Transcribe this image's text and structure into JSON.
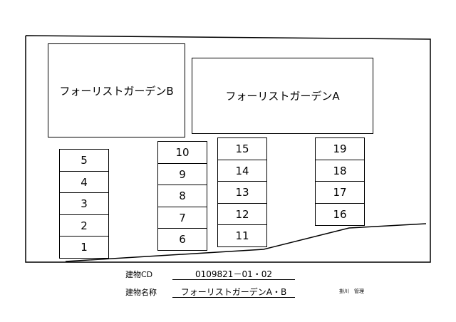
{
  "site": {
    "building_b": "フォーリストガーデンB",
    "building_a": "フォーリストガーデンA",
    "parking_col1": [
      "5",
      "4",
      "3",
      "2",
      "1"
    ],
    "parking_col2": [
      "10",
      "9",
      "8",
      "7",
      "6"
    ],
    "parking_col3": [
      "15",
      "14",
      "13",
      "12",
      "11"
    ],
    "parking_col4": [
      "19",
      "18",
      "17",
      "16"
    ]
  },
  "footer": {
    "code_label": "建物CD",
    "code_value": "0109821－01・02",
    "name_label": "建物名称",
    "name_value": "フォーリストガーデンA・B",
    "manager": "掛川　管理"
  }
}
